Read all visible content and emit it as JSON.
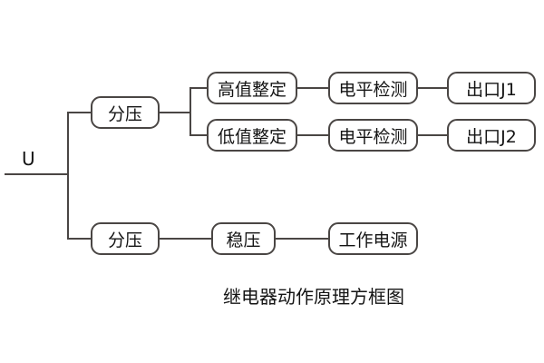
{
  "diagram": {
    "caption": "继电器动作原理方框图",
    "input_label": "U",
    "nodes": {
      "voltage_divider_top": "分压",
      "high_value_setting": "高值整定",
      "low_value_setting": "低值整定",
      "level_detection_1": "电平检测",
      "level_detection_2": "电平检测",
      "output_j1": "出口J1",
      "output_j2": "出口J2",
      "voltage_divider_bottom": "分压",
      "voltage_regulator": "稳压",
      "working_power": "工作电源"
    },
    "colors": {
      "line": "#4a4644",
      "text": "#141414",
      "background": "#ffffff"
    }
  }
}
